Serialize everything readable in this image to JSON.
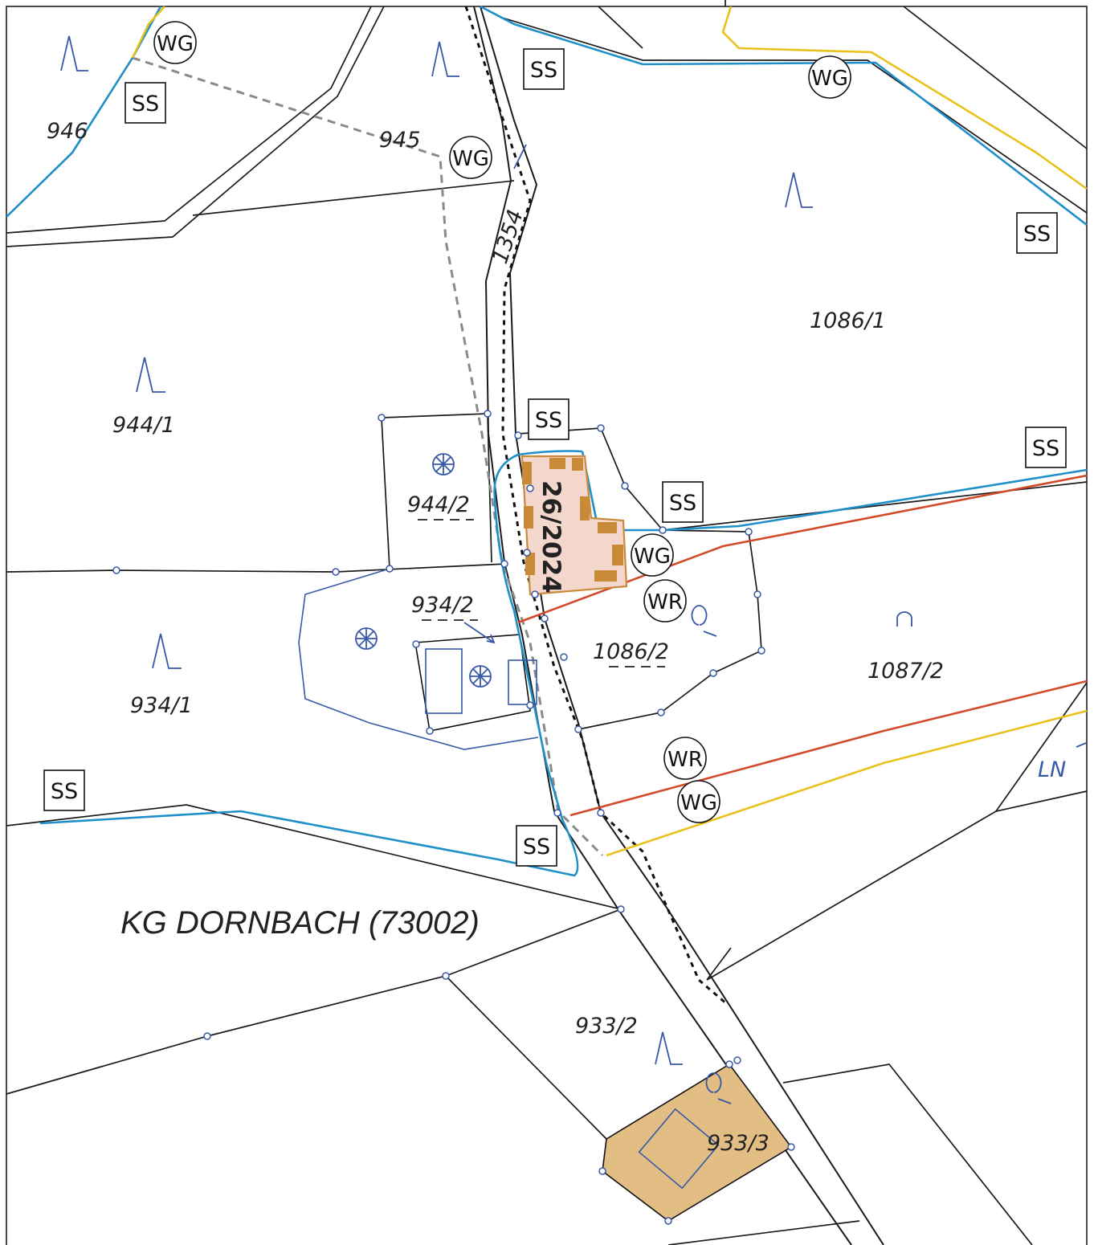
{
  "cadastral_community": "KG DORNBACH (73002)",
  "parcels": {
    "p946": "946",
    "p945": "945",
    "p1354": "1354",
    "p1086_1": "1086/1",
    "p944_1": "944/1",
    "p944_2": "944/2",
    "p934_2": "934/2",
    "p934_1": "934/1",
    "p1086_2": "1086/2",
    "p1087_2": "1087/2",
    "p933_2": "933/2",
    "p933_3": "933/3"
  },
  "highlighted_parcel": "26/2024",
  "usage_codes": {
    "ss": "SS",
    "wg": "WG",
    "wr": "WR",
    "ln": "LN"
  },
  "colors": {
    "boundary": "#1a1a1a",
    "water_line": "#1f8fc8",
    "red_line": "#d24a2a",
    "yellow_line": "#e8c21a",
    "building_fill": "#e2bd84",
    "highlight_fill": "#f3d6cc",
    "highlight_border": "#c98a3a"
  },
  "icons": [
    "grassland-symbol",
    "tree-symbol",
    "water-symbol",
    "pasture-symbol"
  ]
}
